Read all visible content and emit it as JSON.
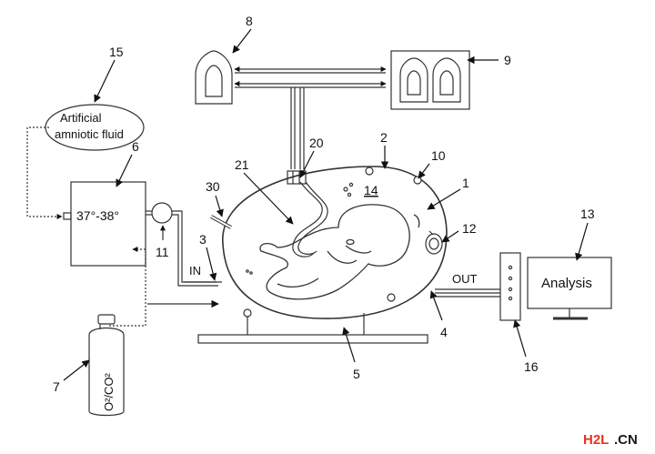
{
  "labels": {
    "artificial_fluid_line1": "Artificial",
    "artificial_fluid_line2": "amniotic fluid",
    "temperature": "37°-38°",
    "gas_line": "O²/CO²",
    "in": "IN",
    "out": "OUT",
    "analysis": "Analysis",
    "cavity_number": "14"
  },
  "callouts": {
    "n1": "1",
    "n2": "2",
    "n3": "3",
    "n4": "4",
    "n5": "5",
    "n6": "6",
    "n7": "7",
    "n8": "8",
    "n9": "9",
    "n10": "10",
    "n11": "11",
    "n12": "12",
    "n13": "13",
    "n15": "15",
    "n16": "16",
    "n20": "20",
    "n21": "21",
    "n30": "30"
  },
  "watermark": {
    "brand": "H2L",
    "suffix": ".CN",
    "brand_color": "#e8321e"
  }
}
